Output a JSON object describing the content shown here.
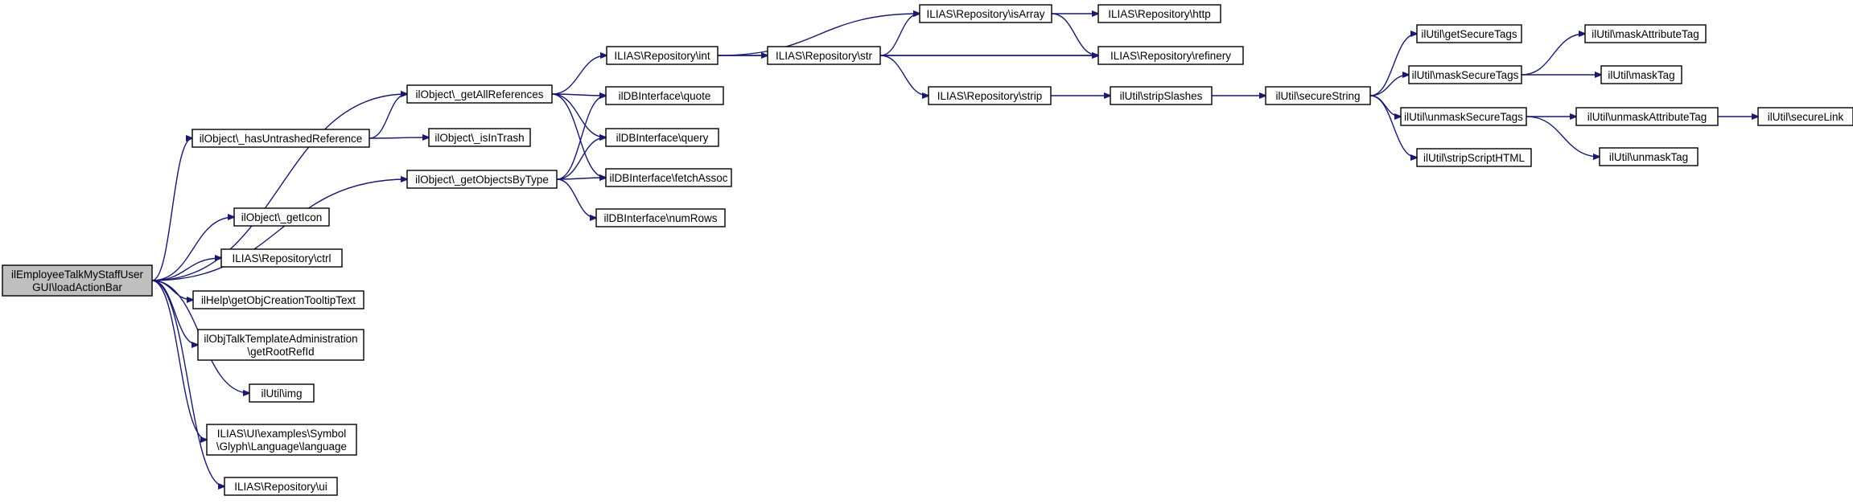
{
  "colors": {
    "edge": "#191970",
    "root_fill": "#bfbfbf",
    "node_fill": "#ffffff"
  },
  "nodes": {
    "root": [
      "ilEmployeeTalkMyStaffUser",
      "GUI\\loadActionBar"
    ],
    "getAllReferences": [
      "ilObject\\_getAllReferences"
    ],
    "hasUntrashed": [
      "ilObject\\_hasUntrashedReference"
    ],
    "getObjectsByType": [
      "ilObject\\_getObjectsByType"
    ],
    "getIcon": [
      "ilObject\\_getIcon"
    ],
    "ctrl": [
      "ILIAS\\Repository\\ctrl"
    ],
    "getObjCreation": [
      "ilHelp\\getObjCreationTooltipText"
    ],
    "talkTemplate": [
      "ilObjTalkTemplateAdministration",
      "\\getRootRefId"
    ],
    "img": [
      "ilUtil\\img"
    ],
    "language": [
      "ILIAS\\UI\\examples\\Symbol",
      "\\Glyph\\Language\\language"
    ],
    "ui": [
      "ILIAS\\Repository\\ui"
    ],
    "isInTrash": [
      "ilObject\\_isInTrash"
    ],
    "int": [
      "ILIAS\\Repository\\int"
    ],
    "quote": [
      "ilDBInterface\\quote"
    ],
    "query": [
      "ilDBInterface\\query"
    ],
    "fetchAssoc": [
      "ilDBInterface\\fetchAssoc"
    ],
    "numRows": [
      "ilDBInterface\\numRows"
    ],
    "str": [
      "ILIAS\\Repository\\str"
    ],
    "isArray": [
      "ILIAS\\Repository\\isArray"
    ],
    "http": [
      "ILIAS\\Repository\\http"
    ],
    "refinery": [
      "ILIAS\\Repository\\refinery"
    ],
    "strip": [
      "ILIAS\\Repository\\strip"
    ],
    "stripSlashes": [
      "ilUtil\\stripSlashes"
    ],
    "secureString": [
      "ilUtil\\secureString"
    ],
    "getSecureTags": [
      "ilUtil\\getSecureTags"
    ],
    "maskSecureTags": [
      "ilUtil\\maskSecureTags"
    ],
    "unmaskSecureTags": [
      "ilUtil\\unmaskSecureTags"
    ],
    "stripScriptHTML": [
      "ilUtil\\stripScriptHTML"
    ],
    "maskAttributeTag": [
      "ilUtil\\maskAttributeTag"
    ],
    "maskTag": [
      "ilUtil\\maskTag"
    ],
    "unmaskAttributeTag": [
      "ilUtil\\unmaskAttributeTag"
    ],
    "unmaskTag": [
      "ilUtil\\unmaskTag"
    ],
    "secureLink": [
      "ilUtil\\secureLink"
    ]
  },
  "edges": [
    [
      "root",
      "getAllReferences"
    ],
    [
      "root",
      "hasUntrashed"
    ],
    [
      "root",
      "getObjectsByType"
    ],
    [
      "root",
      "getIcon"
    ],
    [
      "root",
      "ctrl"
    ],
    [
      "root",
      "getObjCreation"
    ],
    [
      "root",
      "talkTemplate"
    ],
    [
      "root",
      "img"
    ],
    [
      "root",
      "language"
    ],
    [
      "root",
      "ui"
    ],
    [
      "hasUntrashed",
      "getAllReferences"
    ],
    [
      "hasUntrashed",
      "isInTrash"
    ],
    [
      "getAllReferences",
      "int"
    ],
    [
      "getAllReferences",
      "quote"
    ],
    [
      "getAllReferences",
      "query"
    ],
    [
      "getAllReferences",
      "fetchAssoc"
    ],
    [
      "getObjectsByType",
      "quote"
    ],
    [
      "getObjectsByType",
      "query"
    ],
    [
      "getObjectsByType",
      "fetchAssoc"
    ],
    [
      "getObjectsByType",
      "numRows"
    ],
    [
      "int",
      "str"
    ],
    [
      "int",
      "isArray"
    ],
    [
      "int",
      "refinery"
    ],
    [
      "str",
      "isArray"
    ],
    [
      "str",
      "refinery"
    ],
    [
      "str",
      "strip"
    ],
    [
      "isArray",
      "http"
    ],
    [
      "isArray",
      "refinery"
    ],
    [
      "strip",
      "stripSlashes"
    ],
    [
      "stripSlashes",
      "secureString"
    ],
    [
      "secureString",
      "getSecureTags"
    ],
    [
      "secureString",
      "maskSecureTags"
    ],
    [
      "secureString",
      "unmaskSecureTags"
    ],
    [
      "secureString",
      "stripScriptHTML"
    ],
    [
      "maskSecureTags",
      "maskAttributeTag"
    ],
    [
      "maskSecureTags",
      "maskTag"
    ],
    [
      "unmaskSecureTags",
      "unmaskAttributeTag"
    ],
    [
      "unmaskSecureTags",
      "unmaskTag"
    ],
    [
      "unmaskAttributeTag",
      "secureLink"
    ]
  ]
}
